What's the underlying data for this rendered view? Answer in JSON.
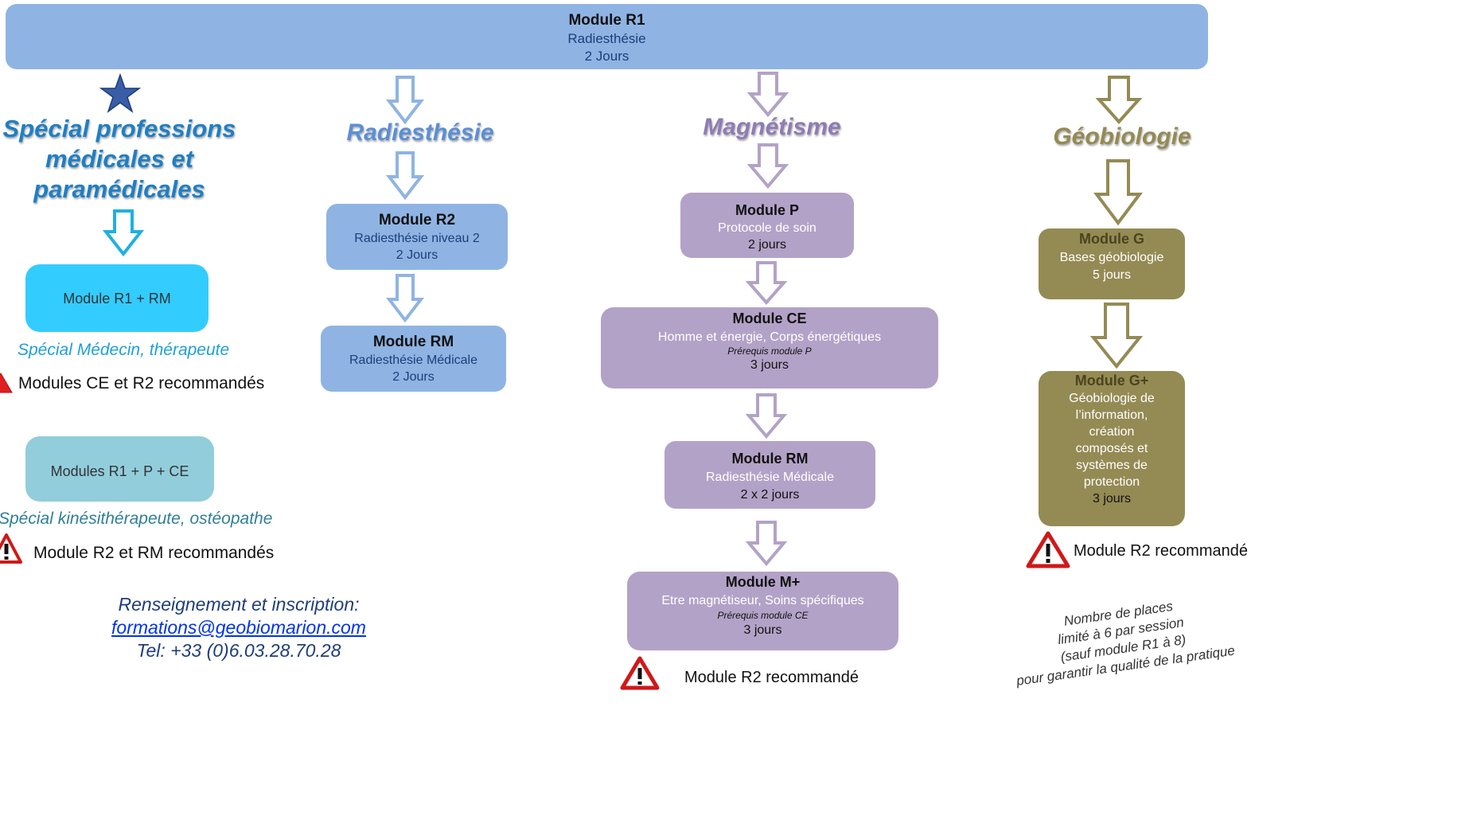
{
  "top": {
    "title": "Module R1",
    "line1": "Radiesthésie",
    "line2": "2 Jours"
  },
  "columns": {
    "medical": {
      "title_lines": [
        "Spécial professions",
        "médicales et",
        "paramédicales"
      ],
      "box1": "Module R1 + RM",
      "box1_caption": "Spécial Médecin, thérapeute",
      "box1_warning": "Modules CE et R2 recommandés",
      "box2": "Modules R1 + P + CE",
      "box2_caption": "Spécial kinésithérapeute, ostéopathe",
      "box2_warning": "Module R2 et RM recommandés"
    },
    "radiesthesie": {
      "title": "Radiesthésie",
      "r2": {
        "title": "Module R2",
        "line1": "Radiesthésie niveau 2",
        "line2": "2 Jours"
      },
      "rm": {
        "title": "Module RM",
        "line1": "Radiesthésie Médicale",
        "line2": "2 Jours"
      }
    },
    "magnetisme": {
      "title": "Magnétisme",
      "p": {
        "title": "Module P",
        "line1": "Protocole de soin",
        "line2": "2 jours"
      },
      "ce": {
        "title": "Module CE",
        "line1": "Homme et énergie, Corps énergétiques",
        "prereq": "Prérequis module P",
        "line2": "3 jours"
      },
      "rm": {
        "title": "Module RM",
        "line1": "Radiesthésie Médicale",
        "line2": "2 x 2 jours"
      },
      "mplus": {
        "title": "Module M+",
        "line1": "Etre magnétiseur, Soins spécifiques",
        "prereq": "Prérequis module CE",
        "line2": "3 jours"
      },
      "warning": "Module R2 recommandé"
    },
    "geobiologie": {
      "title": "Géobiologie",
      "g": {
        "title": "Module G",
        "line1": "Bases géobiologie",
        "line2": "5 jours"
      },
      "gplus": {
        "title": "Module G+",
        "lines": [
          "Géobiologie de",
          "l’information,",
          "création",
          "composés et",
          "systèmes de",
          "protection"
        ],
        "line2": "3 jours"
      },
      "warning": "Module R2 recommandé"
    }
  },
  "contact": {
    "label": "Renseignement et inscription:",
    "email": "formations@geobiomarion.com",
    "tel": "Tel: +33 (0)6.03.28.70.28"
  },
  "note": {
    "lines": [
      "Nombre de places",
      "limité à 6  par session",
      "(sauf  module R1 à 8)",
      "pour garantir la qualité de la pratique"
    ]
  },
  "colors": {
    "top_box": "#8fb4e3",
    "medical_title": "#1f7fc4",
    "medical_box1": "#33ccff",
    "medical_box2": "#92cddc",
    "medical_caption1": "#1fa0d8",
    "medical_caption2": "#2f7f99",
    "radiesthesie": "#8fb4e3",
    "radiesthesie_title": "#5b8fd6",
    "magnetisme": "#b3a2c7",
    "magnetisme_title": "#8f7bb5",
    "geobiologie": "#948a54",
    "geobiologie_title": "#948a54",
    "contact_text": "#1f3d7a",
    "link": "#0033ee",
    "warning": "#e02020"
  }
}
